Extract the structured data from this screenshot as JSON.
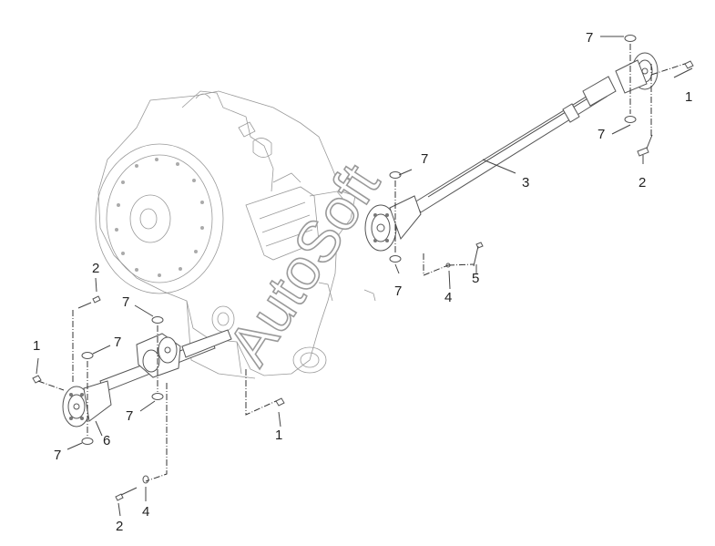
{
  "watermark": "AutoSoft",
  "callouts": [
    {
      "id": "c1",
      "text": "7"
    },
    {
      "id": "c2",
      "text": "1"
    },
    {
      "id": "c3",
      "text": "7"
    },
    {
      "id": "c4",
      "text": "2"
    },
    {
      "id": "c5",
      "text": "3"
    },
    {
      "id": "c6",
      "text": "7"
    },
    {
      "id": "c7",
      "text": "7"
    },
    {
      "id": "c8",
      "text": "5"
    },
    {
      "id": "c9",
      "text": "4"
    },
    {
      "id": "c10",
      "text": "2"
    },
    {
      "id": "c11",
      "text": "7"
    },
    {
      "id": "c12",
      "text": "1"
    },
    {
      "id": "c13",
      "text": "7"
    },
    {
      "id": "c14",
      "text": "7"
    },
    {
      "id": "c15",
      "text": "1"
    },
    {
      "id": "c16",
      "text": "6"
    },
    {
      "id": "c17",
      "text": "7"
    },
    {
      "id": "c18",
      "text": "4"
    },
    {
      "id": "c19",
      "text": "2"
    }
  ]
}
